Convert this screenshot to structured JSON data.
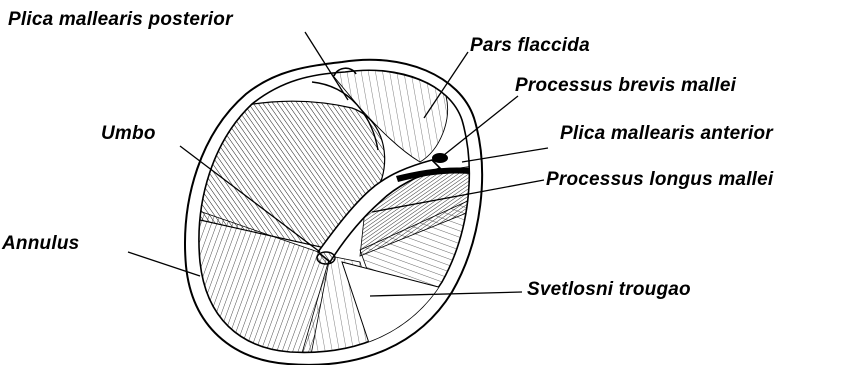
{
  "labels": {
    "plica_posterior": "Plica mallearis posterior",
    "pars_flaccida": "Pars flaccida",
    "processus_brevis": "Processus brevis mallei",
    "umbo": "Umbo",
    "plica_anterior": "Plica mallearis anterior",
    "processus_longus": "Processus longus mallei",
    "annulus": "Annulus",
    "svetlosni_trougao": "Svetlosni trougao"
  },
  "colors": {
    "ink": "#000000",
    "background": "#ffffff"
  }
}
